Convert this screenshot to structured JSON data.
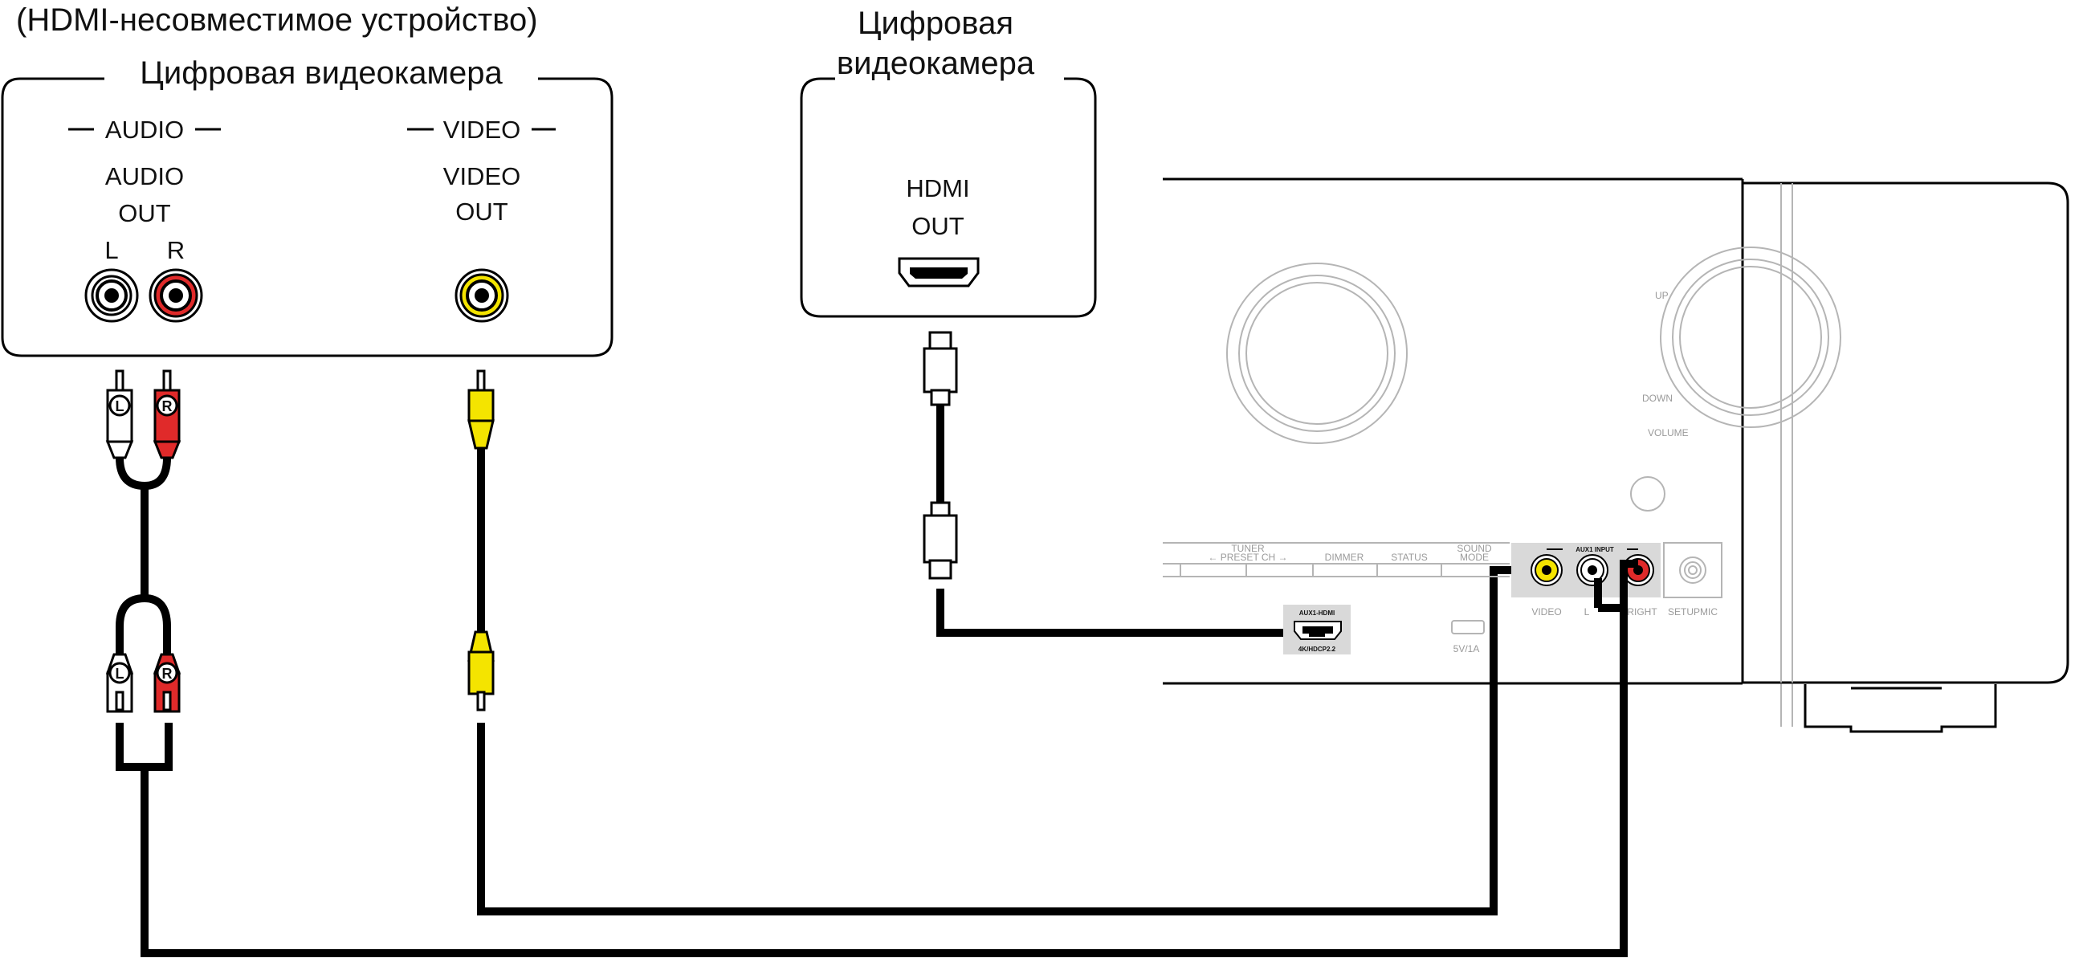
{
  "left_device": {
    "caption": "(HDMI-несовместимое устройство)",
    "title": "Цифровая видеокамера",
    "audio_group": "AUDIO",
    "video_group": "VIDEO",
    "audio_out_line1": "AUDIO",
    "audio_out_line2": "OUT",
    "video_out_line1": "VIDEO",
    "video_out_line2": "OUT",
    "left_channel": "L",
    "right_channel": "R"
  },
  "right_device": {
    "title_line1": "Цифровая",
    "title_line2": "видеокамера",
    "hdmi_line1": "HDMI",
    "hdmi_line2": "OUT"
  },
  "plugs": {
    "left_marker": "L",
    "right_marker": "R"
  },
  "receiver": {
    "up_label": "UP",
    "down_label": "DOWN",
    "volume_label": "VOLUME",
    "tuner_label": "TUNER",
    "preset_label": "← PRESET CH →",
    "dimmer_label": "DIMMER",
    "status_label": "STATUS",
    "sound_label": "SOUND",
    "mode_label": "MODE",
    "aux_hdmi_label": "AUX1-HDMI",
    "aux_hdmi_sub": "4K/HDCP2.2",
    "aux_input_label": "AUX1 INPUT",
    "video_label": "VIDEO",
    "setupmic_label": "SETUPMIC",
    "usb_label": "5V/1A",
    "left_partial": "L",
    "right_partial": "RIGHT"
  },
  "colors": {
    "red_jack": "#e02a2a",
    "yellow_jack": "#f4e400",
    "white_jack": "#ffffff",
    "cable": "#000000",
    "panel_grey": "#d9d9d9"
  }
}
